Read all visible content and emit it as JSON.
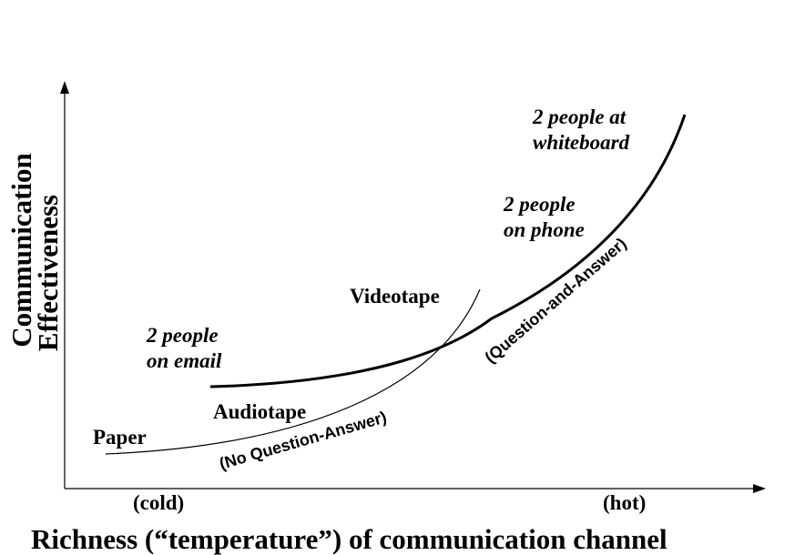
{
  "axes": {
    "y_label_line1": "Communication",
    "y_label_line2": "Effectiveness",
    "x_label": "Richness (“temperature”) of communication channel",
    "x_cold": "(cold)",
    "x_hot": "(hot)"
  },
  "curves": {
    "no_qa_label": "(No Question-Answer)",
    "qa_label": "(Question-and-Answer)"
  },
  "points": {
    "paper": "Paper",
    "audiotape": "Audiotape",
    "videotape": "Videotape",
    "email_line1": "2 people",
    "email_line2": "on email",
    "phone_line1": "2 people",
    "phone_line2": "on phone",
    "whiteboard_line1": "2 people at",
    "whiteboard_line2": "whiteboard"
  }
}
